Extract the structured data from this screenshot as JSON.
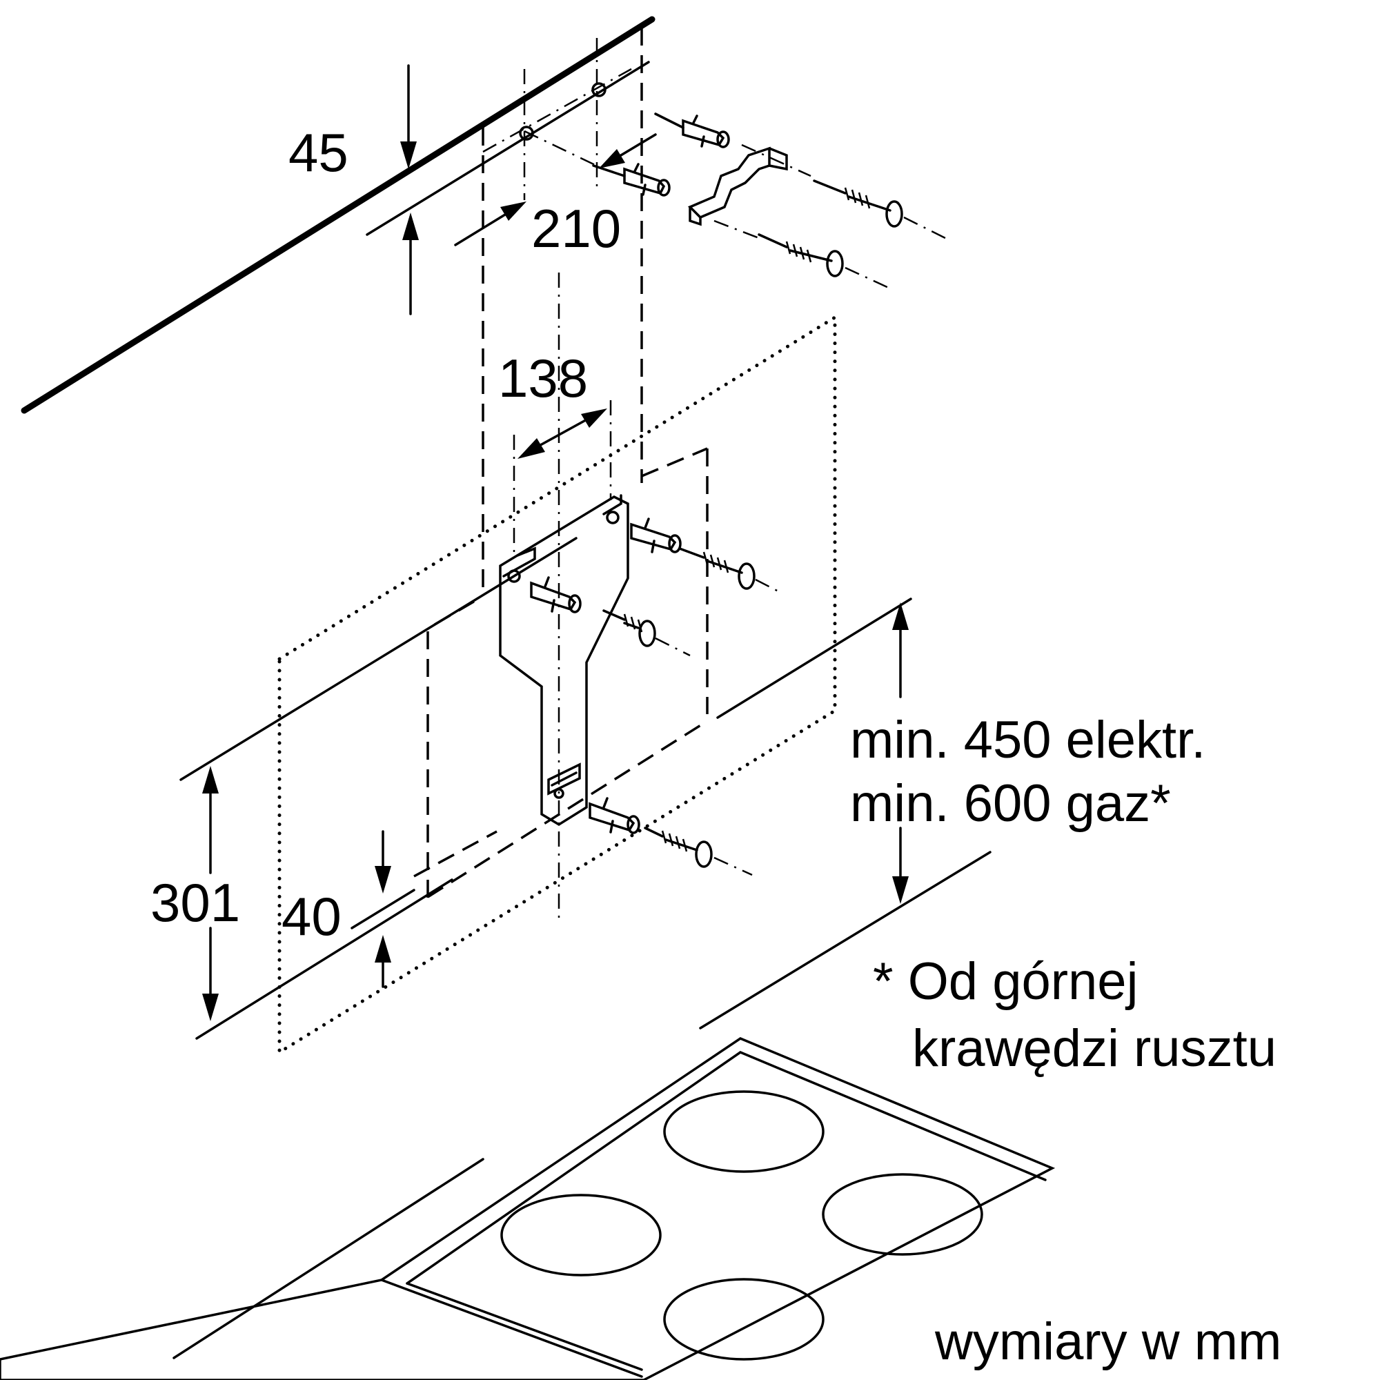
{
  "dimensions": {
    "top_offset": "45",
    "hole_spacing": "210",
    "bracket_width": "138",
    "bracket_height": "301",
    "bottom_offset": "40"
  },
  "notes": {
    "min_electric": "min. 450 elektr.",
    "min_gas": "min. 600 gaz*",
    "footnote_line1": "* Od górnej",
    "footnote_line2": "krawędzi rusztu",
    "units": "wymiary w mm"
  },
  "icons": [
    "wall-plug-icon",
    "screw-icon",
    "mounting-bracket-icon",
    "hob-burner-icon"
  ]
}
